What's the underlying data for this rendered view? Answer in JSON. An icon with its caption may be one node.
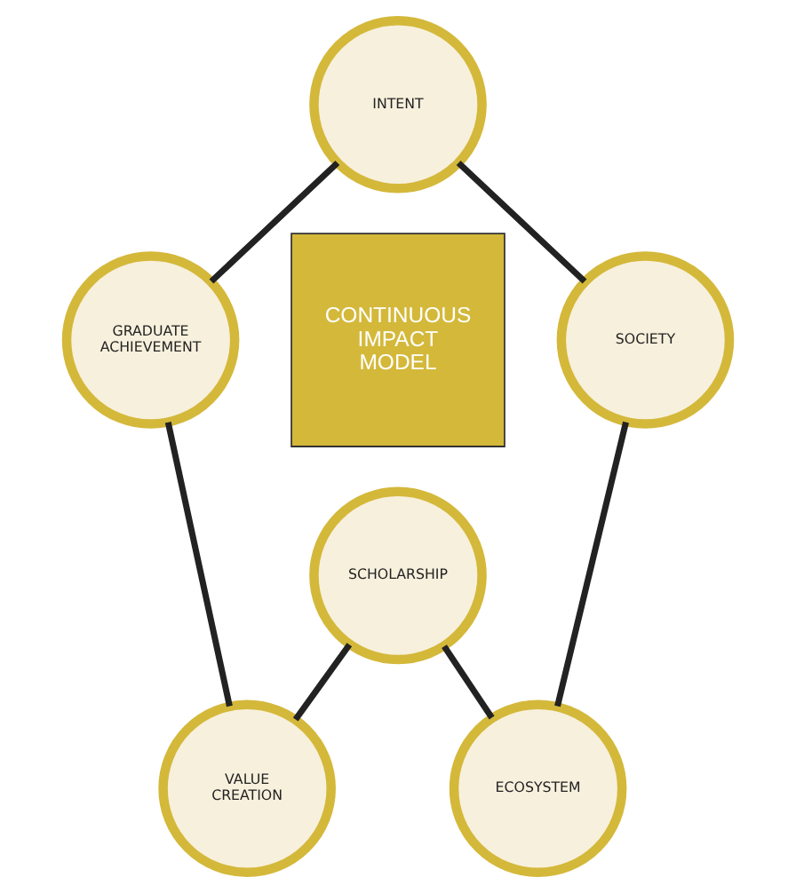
{
  "diagram": {
    "nodes": [
      {
        "text": [
          "INTENT"
        ]
      },
      {
        "text": [
          "SOCIETY"
        ]
      },
      {
        "text": [
          "GRADUATE ACHIEVEMENT"
        ]
      },
      {
        "text": [
          "CONTINUOUS IMPACT MODEL"
        ]
      },
      {
        "text": [
          "ECOSYSTEM"
        ]
      },
      {
        "text": [
          "VALUE CREATION"
        ]
      },
      {
        "text": [
          "SCHOLARSHIP"
        ]
      }
    ],
    "edges": [
      {
        "from": 0,
        "to": 2,
        "arrow": "none"
      },
      {
        "from": 2,
        "to": 5,
        "arrow": "none"
      },
      {
        "from": 5,
        "to": 6,
        "arrow": "none"
      },
      {
        "from": 6,
        "to": 4,
        "arrow": "none"
      },
      {
        "from": 4,
        "to": 1,
        "arrow": "none"
      },
      {
        "from": 1,
        "to": 0,
        "arrow": "none"
      }
    ]
  }
}
